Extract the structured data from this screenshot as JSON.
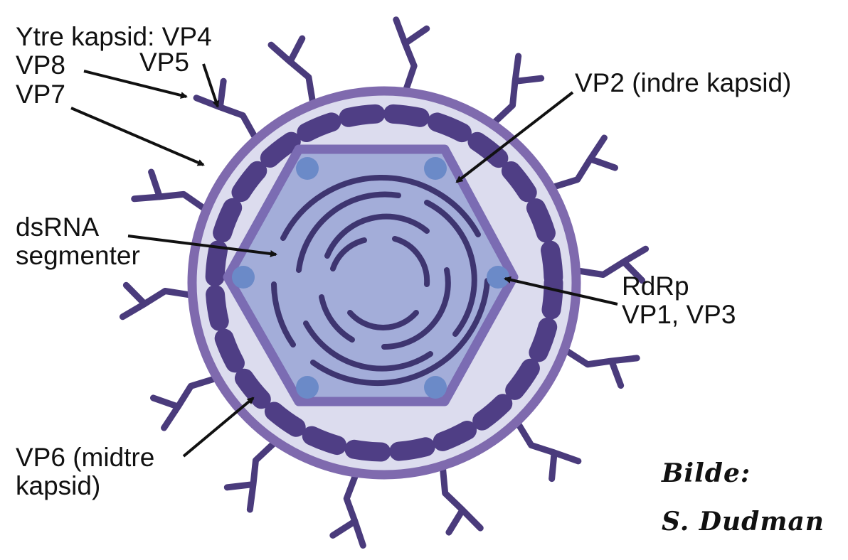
{
  "labels": {
    "outer_capsid": "Ytre kapsid: VP4",
    "vp8": "VP8",
    "vp5": "VP5",
    "vp7": "VP7",
    "vp2": "VP2 (indre kapsid)",
    "dsrna_line1": "dsRNA",
    "dsrna_line2": "segmenter",
    "rdrp_line1": "RdRp",
    "rdrp_line2": "VP1, VP3",
    "vp6_line1": "VP6 (midtre",
    "vp6_line2": "kapsid)"
  },
  "credit": {
    "line1": "Bilde:",
    "line2": "S. Dudman"
  },
  "colors": {
    "outer_ring": "#7f6aae",
    "outer_fill": "#dcdcee",
    "middle_segments": "#4f3e85",
    "inner_fill": "#a3add9",
    "inner_stroke": "#7b6cb3",
    "rna": "#3e3570",
    "rdrp_dots": "#6b8ac8",
    "spikes": "#4a3b7c",
    "arrows": "#111111"
  }
}
